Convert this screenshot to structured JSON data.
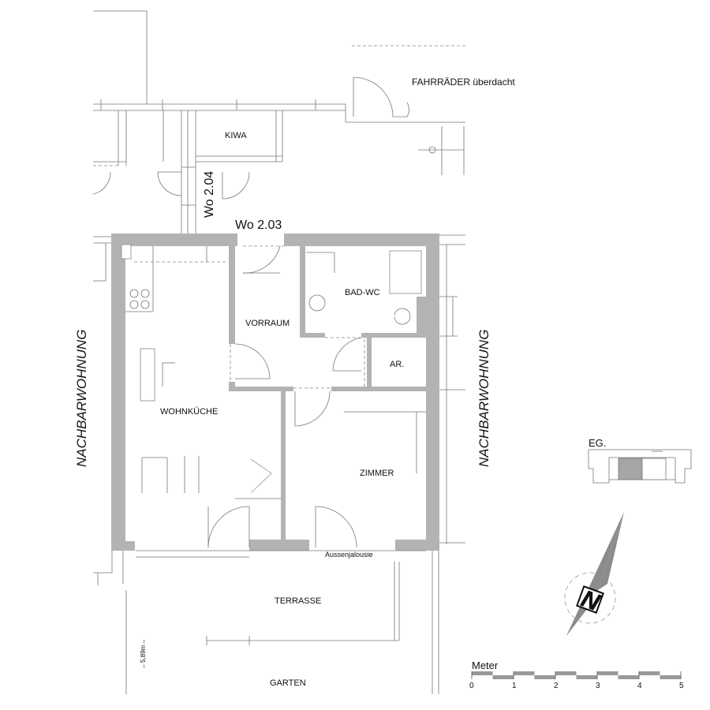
{
  "labels": {
    "fahrraeder": "FAHRRÄDER überdacht",
    "kiwa": "KIWA",
    "wo204": "Wo 2.04",
    "wo203": "Wo 2.03",
    "bad_wc": "BAD-WC",
    "vorraum": "VORRAUM",
    "ar": "AR.",
    "wohnkueche": "WOHNKÜCHE",
    "zimmer": "ZIMMER",
    "nachbar_left": "NACHBARWOHNUNG",
    "nachbar_right": "NACHBARWOHNUNG",
    "aussenjalousie": "Aussenjalousie",
    "terrasse": "TERRASSE",
    "garten": "GARTEN",
    "dimension": "←5,89m→",
    "eg": "EG.",
    "north": "N"
  },
  "scale": {
    "title": "Meter",
    "ticks": [
      "0",
      "1",
      "2",
      "3",
      "4",
      "5"
    ]
  },
  "colors": {
    "wall": "#b3b3b3",
    "key_highlight": "#a6a6a6",
    "compass_fill": "#8c8c8c",
    "line": "#777777"
  }
}
